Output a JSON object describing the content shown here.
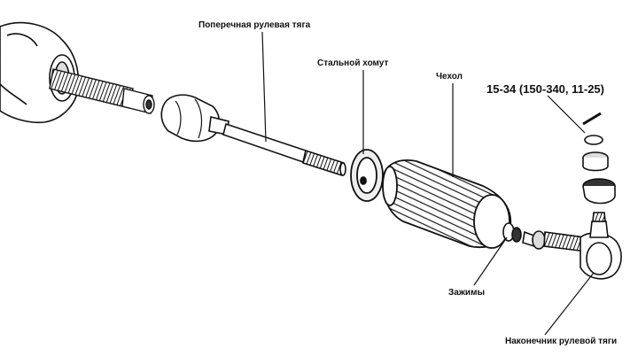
{
  "diagram": {
    "labels": {
      "tie_rod": "Поперечная рулевая тяга",
      "steel_clamp": "Стальной хомут",
      "boot": "Чехол",
      "torque_spec": "15-34 (150-340, 11-25)",
      "clips": "Зажимы",
      "tie_rod_end": "Наконечник рулевой тяги"
    },
    "colors": {
      "ink": "#111111",
      "paper": "#ffffff",
      "shade": "#6a6a6a"
    }
  }
}
